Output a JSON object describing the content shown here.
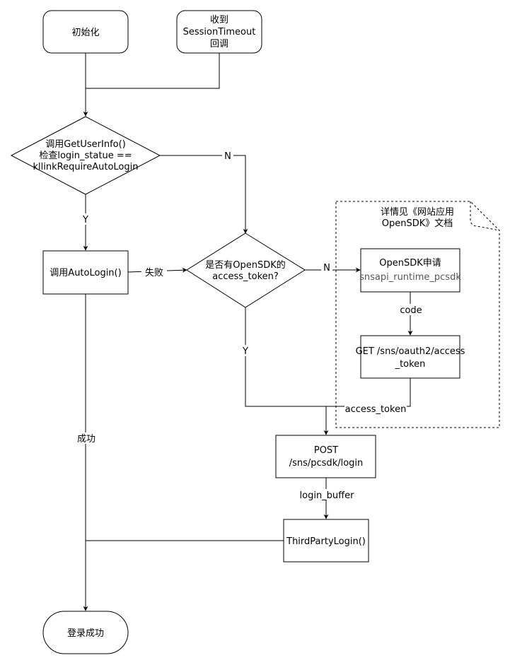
{
  "nodes": {
    "init": {
      "label": "初始化"
    },
    "session_timeout": {
      "lines": [
        "收到",
        "SessionTimeout",
        "回调"
      ]
    },
    "check_decision": {
      "lines": [
        "调用GetUserInfo()",
        "检查login_statue ==",
        "kllinkRequireAutoLogin"
      ]
    },
    "auto_login": {
      "label": "调用AutoLogin()"
    },
    "has_token_decision": {
      "lines": [
        "是否有OpenSDK的",
        "access_token?"
      ]
    },
    "note": {
      "lines": [
        "详情见《网站应用",
        "OpenSDK》文档"
      ]
    },
    "opensdk_request": {
      "line1": "OpenSDK申请",
      "line2": "snsapi_runtime_pcsdk"
    },
    "get_token": {
      "lines": [
        "GET /sns/oauth2/access",
        "_token"
      ]
    },
    "post_login": {
      "lines": [
        "POST",
        "/sns/pcsdk/login"
      ]
    },
    "third_party_login": {
      "label": "ThirdPartyLogin()"
    },
    "login_success": {
      "label": "登录成功"
    }
  },
  "edges": {
    "n_to_token": "N",
    "y_to_autologin": "Y",
    "fail": "失败",
    "n_to_opensdk": "N",
    "code": "code",
    "y_to_post": "Y",
    "access_token": "access_token",
    "success": "成功",
    "login_buffer": "login_buffer"
  }
}
